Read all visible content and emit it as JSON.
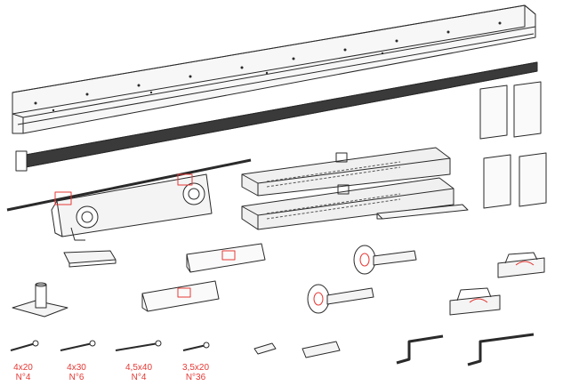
{
  "screw_labels": [
    {
      "size": "4x20",
      "count": "N°4"
    },
    {
      "size": "4x30",
      "count": "N°6"
    },
    {
      "size": "4,5x40",
      "count": "N°4"
    },
    {
      "size": "3,5x20",
      "count": "N°36"
    }
  ],
  "colors": {
    "line": "#2a2a2a",
    "accent": "#e53935",
    "fill": "#f4f4f4",
    "dark_fill": "#3a3a3a"
  }
}
